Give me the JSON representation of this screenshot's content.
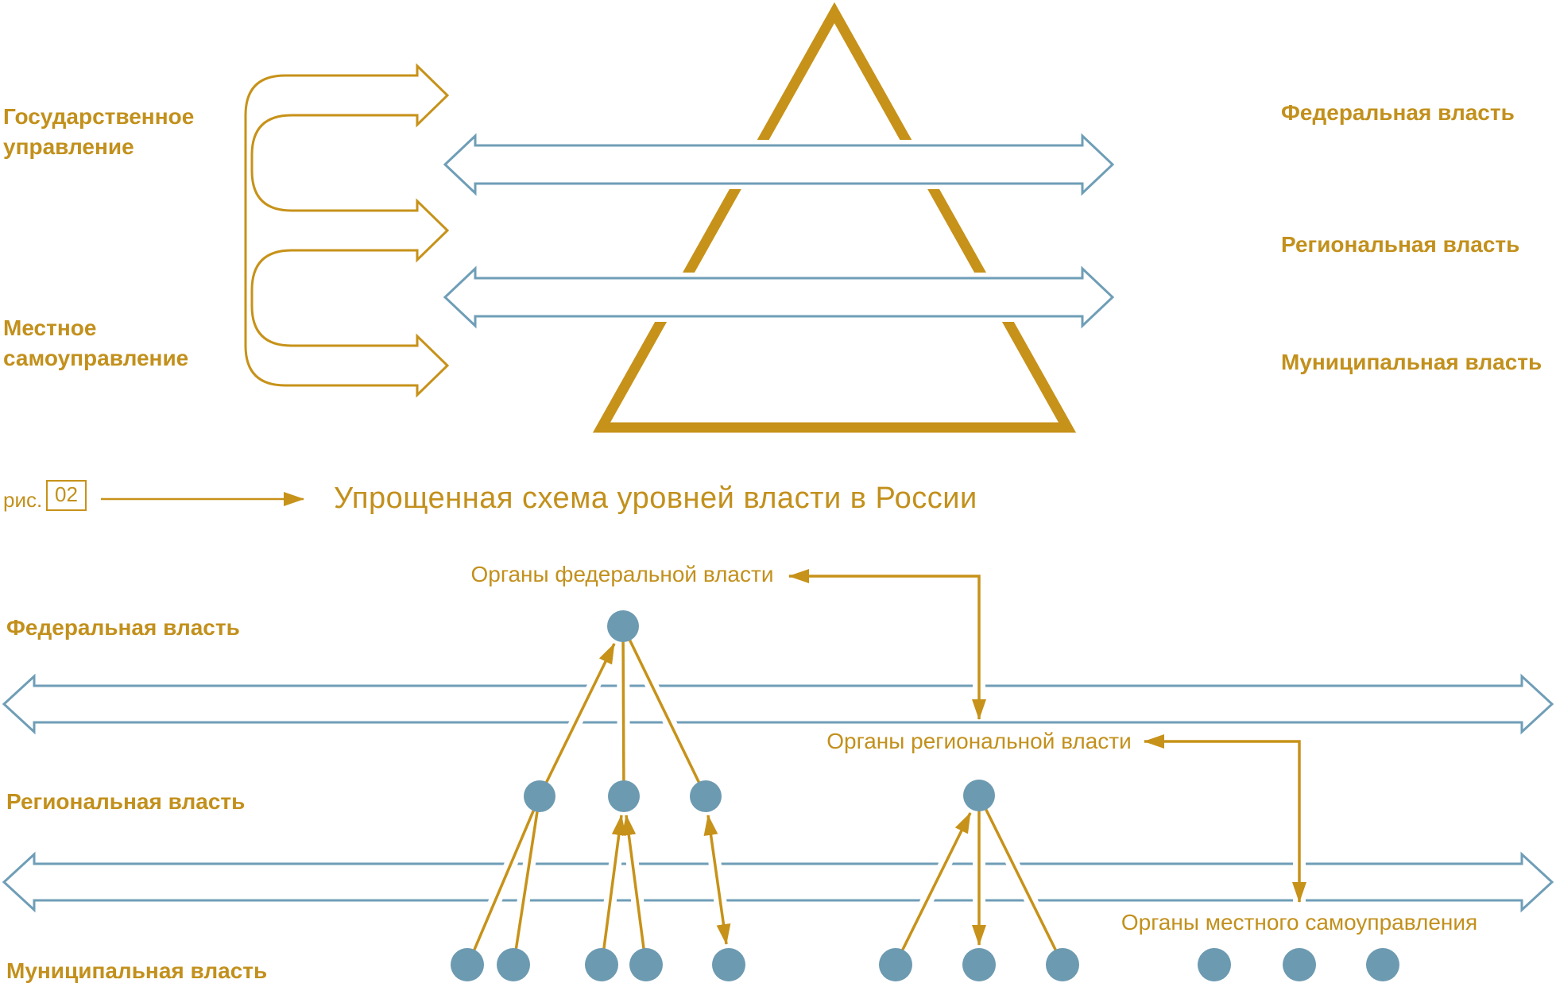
{
  "colors": {
    "gold": "#C79219",
    "gold_text": "#C2901C",
    "blue": "#6F9EB7",
    "node_fill": "#6C9AB1",
    "background": "#FFFFFF"
  },
  "top_diagram": {
    "left_label_1_line_1": "Государственное",
    "left_label_1_line_2": "управление",
    "left_label_2_line_1": "Местное",
    "left_label_2_line_2": "самоуправление",
    "right_labels": [
      "Федеральная власть",
      "Региональная власть",
      "Муниципальная власть"
    ]
  },
  "caption": {
    "prefix": "рис.",
    "number": "02",
    "title": "Упрощенная схема уровней власти в России"
  },
  "bottom_diagram": {
    "row_labels": [
      "Федеральная власть",
      "Региональная власть",
      "Муниципальная власть"
    ],
    "annotations": [
      "Органы федеральной власти",
      "Органы региональной власти",
      "Органы местного самоуправления"
    ]
  }
}
